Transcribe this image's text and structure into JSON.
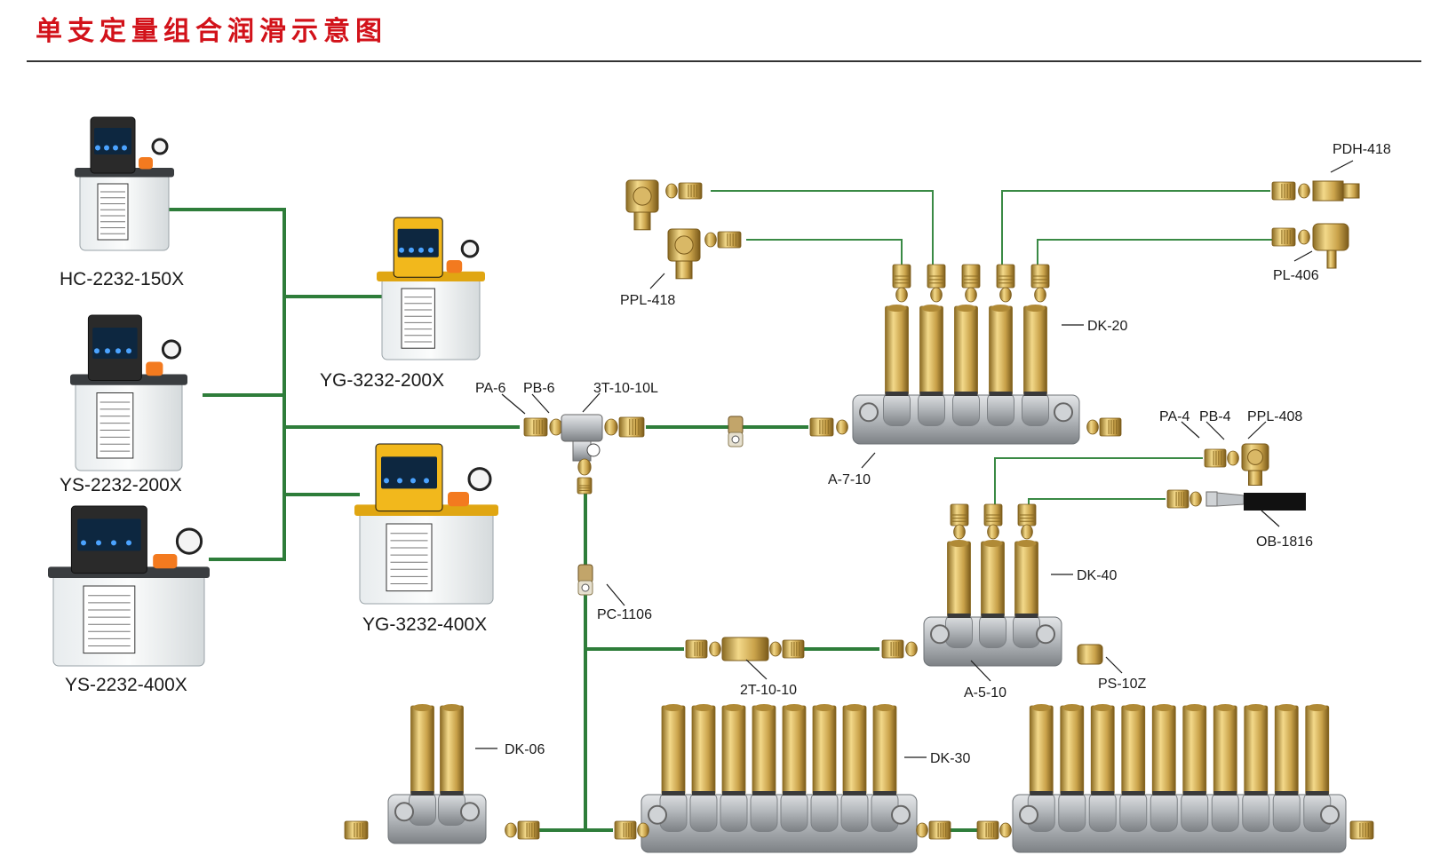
{
  "title": "单支定量组合润滑示意图",
  "colors": {
    "title": "#d2121a",
    "pipe": "#2e7d3a",
    "brass": "#c9a24a",
    "aluminum": "#b8bcc0",
    "pump_black": "#2a2a2a",
    "pump_yellow": "#f2b81c"
  },
  "pumps": [
    {
      "id": "hc-2232-150x",
      "label": "HC-2232-150X",
      "housing": "black"
    },
    {
      "id": "ys-2232-200x",
      "label": "YS-2232-200X",
      "housing": "black"
    },
    {
      "id": "ys-2232-400x",
      "label": "YS-2232-400X",
      "housing": "black"
    },
    {
      "id": "yg-3232-200x",
      "label": "YG-3232-200X",
      "housing": "yellow"
    },
    {
      "id": "yg-3232-400x",
      "label": "YG-3232-400X",
      "housing": "yellow"
    }
  ],
  "parts": {
    "pa6": "PA-6",
    "pb6": "PB-6",
    "tee": "3T-10-10L",
    "a710": "A-7-10",
    "dk20": "DK-20",
    "ppl418": "PPL-418",
    "pdh418": "PDH-418",
    "pl406": "PL-406",
    "pa4": "PA-4",
    "pb4": "PB-4",
    "ppl408": "PPL-408",
    "ob1816": "OB-1816",
    "dk40": "DK-40",
    "pc1106": "PC-1106",
    "t21010": "2T-10-10",
    "a510": "A-5-10",
    "ps10z": "PS-10Z",
    "dk06": "DK-06",
    "dk30": "DK-30"
  },
  "manifolds": [
    {
      "name": "dk20-manifold",
      "outlets": 5
    },
    {
      "name": "dk40-manifold",
      "outlets": 3
    },
    {
      "name": "dk06-manifold",
      "outlets": 2
    },
    {
      "name": "dk30-manifold-a",
      "outlets": 8
    },
    {
      "name": "dk30-manifold-b",
      "outlets": 10
    }
  ]
}
